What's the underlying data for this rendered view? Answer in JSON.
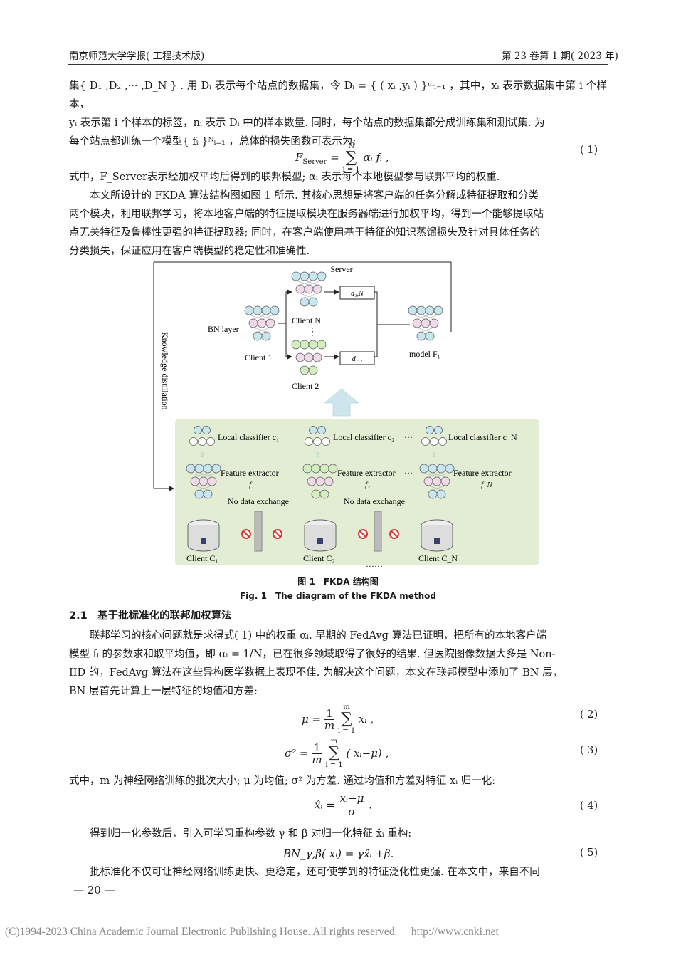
{
  "header": {
    "journal": "南京师范大学学报( 工程技术版)",
    "issue": "第 23 卷第 1 期( 2023 年)"
  },
  "para1": {
    "line1": "集{ D₁ ,D₂ ,··· ,D_N } . 用 Dᵢ 表示每个站点的数据集，令 Dᵢ = { ( xᵢ ,yᵢ ) }ⁿⁱᵢ₌₁ ，其中，xᵢ 表示数据集中第 i 个样本，",
    "line2": "yᵢ 表示第 i 个样本的标签，nᵢ 表示 Dᵢ 中的样本数量. 同时，每个站点的数据集都分成训练集和测试集. 为",
    "line3": "每个站点都训练一个模型{ fᵢ }ᴺᵢ₌₁ ，总体的损失函数可表示为:"
  },
  "eq1": {
    "lhs": "F",
    "lhs_sub": "Server",
    "sum_top": "N",
    "sum_bot": "i = 1",
    "body": "αᵢ fᵢ ,",
    "num": "( 1)"
  },
  "para2": "式中，F_Server表示经加权平均后得到的联邦模型; αᵢ 表示每个本地模型参与联邦平均的权重.",
  "para3": {
    "line1": "本文所设计的 FKDA 算法结构图如图 1 所示. 其核心思想是将客户端的任务分解成特征提取和分类",
    "line2": "两个模块，利用联邦学习，将本地客户端的特征提取模块在服务器端进行加权平均，得到一个能够提取站",
    "line3": "点无关特征及鲁棒性更强的特征提取器; 同时，在客户端使用基于特征的知识蒸馏损失及针对具体任务的",
    "line4": "分类损失，保证应用在客户端模型的稳定性和准确性."
  },
  "figure": {
    "server": "Server",
    "bn_layer": "BN layer",
    "client1": "Client 1",
    "client2": "Client 2",
    "clientN": "Client N",
    "d1N": "d₁,N",
    "d12": "d₁,₂",
    "model": "model F₁",
    "kd": "Knowledge distillation",
    "local_c1": "Local classifier c₁",
    "local_c2": "Local classifier c₂",
    "local_cN": "Local classifier c_N",
    "fe": "Feature extractor",
    "f1": "f₁",
    "f2": "f₂",
    "fN": "f_N",
    "nde": "No data exchange",
    "cC1": "Client C₁",
    "cC2": "Client C₂",
    "cCN": "Client C_N",
    "dots": "……",
    "ellipsis": "···"
  },
  "fig_caption_cn": "图 1　FKDA 结构图",
  "fig_caption_en": "Fig. 1　The diagram of the FKDA method",
  "section": "2.1　基于批标准化的联邦加权算法",
  "para4": {
    "line1": "联邦学习的核心问题就是求得式( 1) 中的权重 αᵢ. 早期的 FedAvg 算法已证明，把所有的本地客户端",
    "line2": "模型 fᵢ 的参数求和取平均值，即 αᵢ = 1/N，已在很多领域取得了很好的结果. 但医院图像数据大多是 Non-",
    "line3": "IID 的，FedAvg 算法在这些异构医学数据上表现不佳. 为解决这个问题，本文在联邦模型中添加了 BN 层，",
    "line4": "BN 层首先计算上一层特征的均值和方差:"
  },
  "eq2": {
    "lhs": "μ =",
    "num_top": "1",
    "den": "m",
    "sum_top": "m",
    "sum_bot": "i = 1",
    "body": "xᵢ ,",
    "num": "( 2)"
  },
  "eq3": {
    "lhs": "σ² =",
    "num_top": "1",
    "den": "m",
    "sum_top": "m",
    "sum_bot": "i = 1",
    "body": "( xᵢ−μ) ,",
    "num": "( 3)"
  },
  "para5": "式中，m 为神经网络训练的批次大小; μ 为均值; σ² 为方差. 通过均值和方差对特征 xᵢ 归一化:",
  "eq4": {
    "lhs": "x̂ᵢ =",
    "top": "xᵢ−μ",
    "bot": "σ",
    "tail": ".",
    "num": "( 4)"
  },
  "para6": "得到归一化参数后，引入可学习重构参数 γ 和 β 对归一化特征 x̂ᵢ 重构:",
  "eq5": {
    "text": "BN_γ,β( xᵢ) = γx̂ᵢ +β.",
    "num": "( 5)"
  },
  "para7": "批标准化不仅可让神经网络训练更快、更稳定，还可使学到的特征泛化性更强. 在本文中，来自不同",
  "page_number": "— 20 —",
  "footer": "(C)1994-2023 China Academic Journal Electronic Publishing House. All rights reserved.　 http://www.cnki.net",
  "colors": {
    "green_panel": "#e3edd3",
    "blue_node": "#c8e6f0",
    "pink_node": "#f0d9e8",
    "green_node": "#d3ecc0",
    "arrow": "#cfe5ee"
  }
}
